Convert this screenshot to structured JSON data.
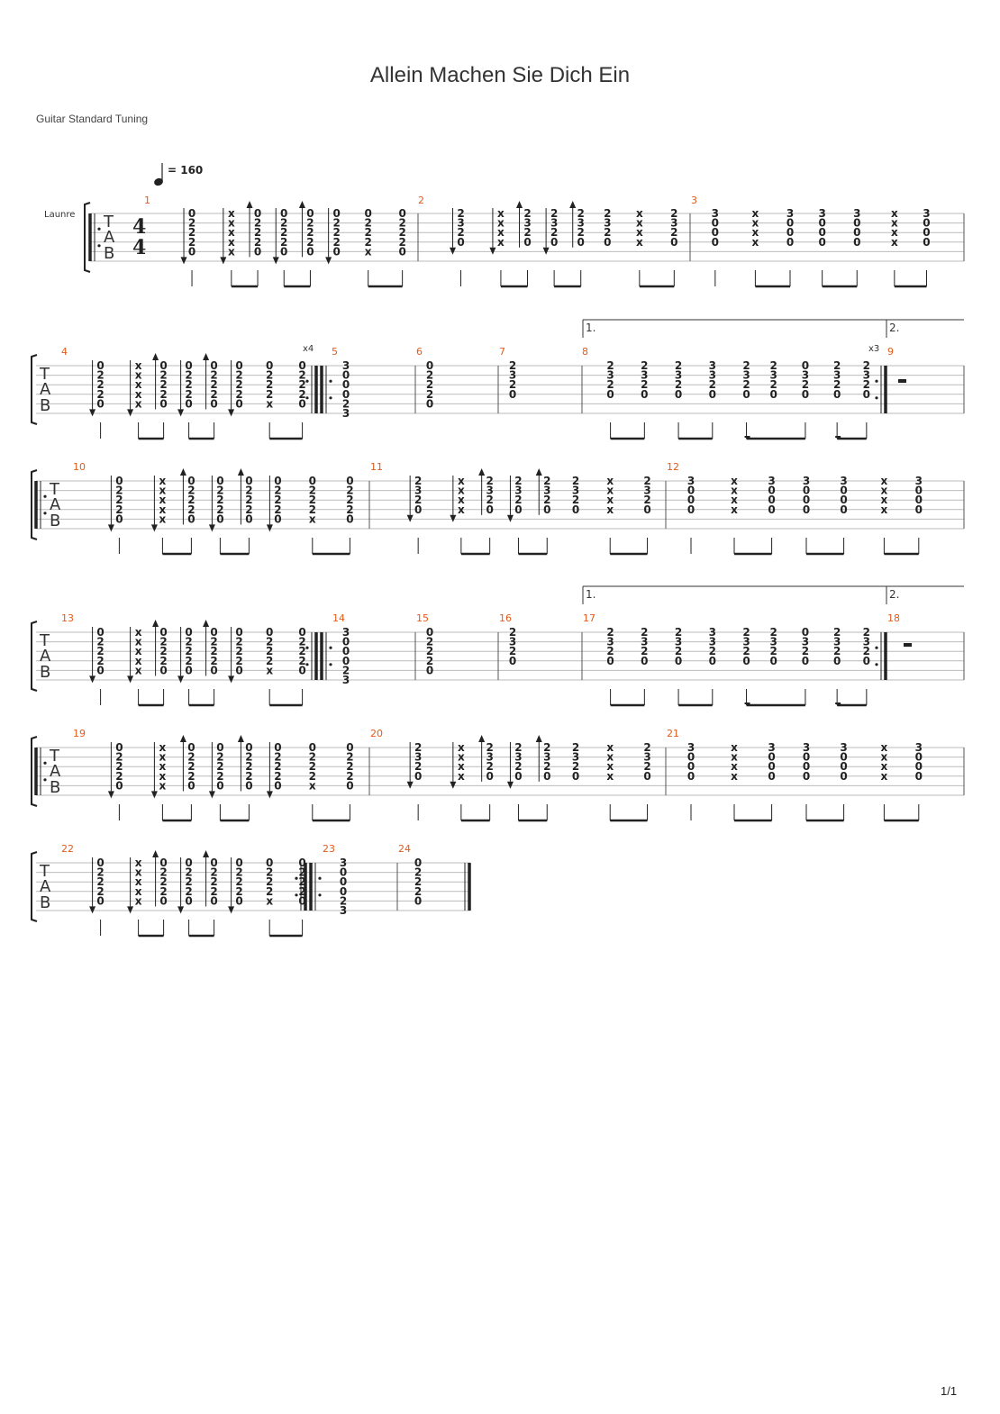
{
  "title": "Allein Machen Sie Dich Ein",
  "subtitle": "Guitar Standard Tuning",
  "instrument_label": "Launre",
  "tempo": {
    "value": "= 160"
  },
  "time_signature": {
    "top": "4",
    "bottom": "4"
  },
  "tab_letters": [
    "T",
    "A",
    "B"
  ],
  "page_number": "1/1",
  "colors": {
    "measure_number": "#e25b1b",
    "ink": "#222222"
  },
  "repeat_counts": {
    "x4": "x4",
    "x3": "x3"
  },
  "volta": {
    "first": "1.",
    "second": "2."
  },
  "chords": {
    "A": [
      "0",
      "2",
      "2",
      "2",
      "0",
      ""
    ],
    "Ax": [
      "x",
      "x",
      "x",
      "x",
      "x",
      ""
    ],
    "Ax5": [
      "",
      "",
      "",
      "",
      "x",
      ""
    ],
    "Ax2": [
      "0",
      "2",
      "2",
      "2",
      "x",
      ""
    ],
    "D": [
      "2",
      "3",
      "2",
      "0",
      "",
      ""
    ],
    "Dx": [
      "x",
      "x",
      "x",
      "x",
      "",
      ""
    ],
    "G": [
      "3",
      "0",
      "0",
      "0",
      "",
      ""
    ],
    "Gx": [
      "x",
      "x",
      "x",
      "x",
      "",
      ""
    ],
    "C6": [
      "3",
      "0",
      "0",
      "0",
      "2",
      "3"
    ],
    "E": [
      "0",
      "2",
      "2",
      "2",
      "0",
      ""
    ],
    "Dsus": [
      "2",
      "3",
      "2",
      "0",
      "",
      ""
    ],
    "B1": [
      "2",
      "3",
      "2",
      "0",
      "",
      ""
    ],
    "B2": [
      "2",
      "3",
      "2",
      "0",
      "",
      ""
    ],
    "B3": [
      "3",
      "3",
      "2",
      "0",
      "",
      ""
    ],
    "B4": [
      "0",
      "3",
      "2",
      "0",
      "",
      ""
    ]
  }
}
